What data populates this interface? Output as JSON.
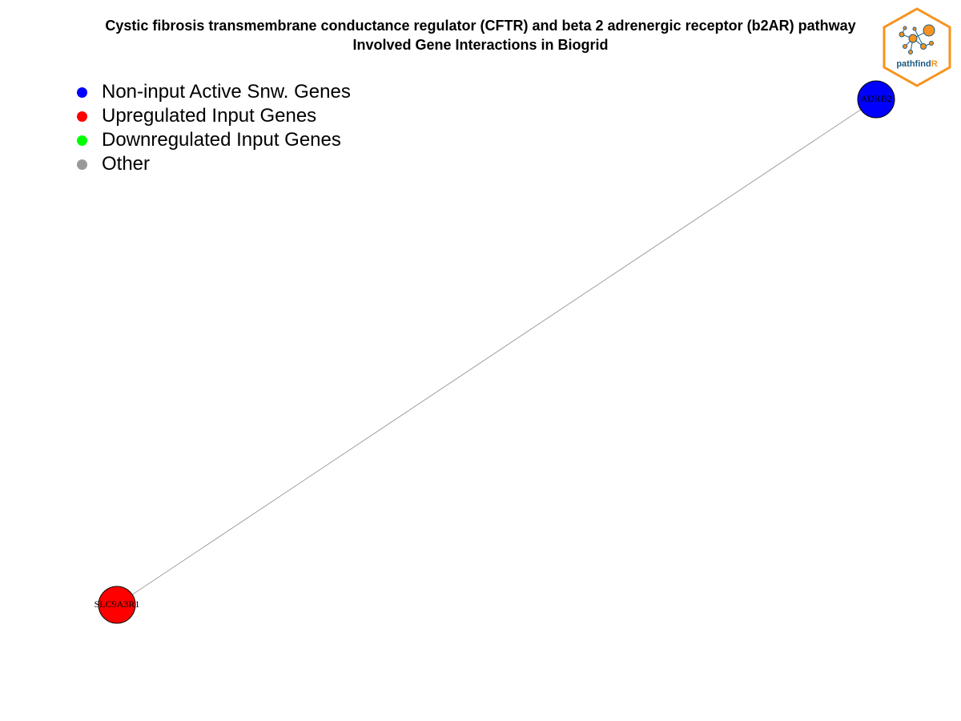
{
  "title": {
    "line1": "Cystic fibrosis transmembrane conductance regulator (CFTR) and beta 2 adrenergic receptor (b2AR) pathway",
    "line2": "Involved Gene Interactions in Biogrid"
  },
  "legend": [
    {
      "label": "Non-input Active Snw. Genes",
      "color": "#0000ff"
    },
    {
      "label": "Upregulated Input Genes",
      "color": "#ff0000"
    },
    {
      "label": "Downregulated Input Genes",
      "color": "#00ff00"
    },
    {
      "label": "Other",
      "color": "#999999"
    }
  ],
  "graph": {
    "nodes": [
      {
        "id": "ADRB2",
        "label": "ADRB2",
        "color": "#0000ff"
      },
      {
        "id": "SLC9A3R1",
        "label": "SLC9A3R1",
        "color": "#ff0000"
      }
    ],
    "edges": [
      {
        "source": "ADRB2",
        "target": "SLC9A3R1"
      }
    ],
    "edge_color": "#a0a0a0"
  },
  "logo": {
    "text_main": "pathfind",
    "text_accent": "R",
    "border_color": "#f7931e",
    "text_color": "#1d5c82"
  }
}
